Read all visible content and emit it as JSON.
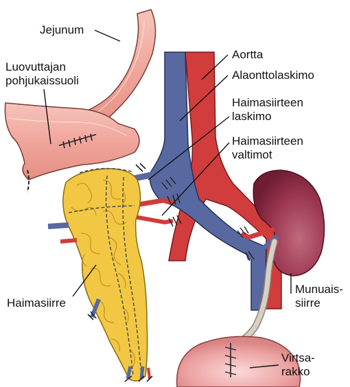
{
  "labels": {
    "jejunum": "Jejunum",
    "donor_duodenum_1": "Luovuttajan",
    "donor_duodenum_2": "pohjukaissuoli",
    "aorta": "Aortta",
    "vena_cava": "Alaonttolaskimo",
    "graft_vein_1": "Haimasiirteen",
    "graft_vein_2": "laskimo",
    "graft_artery_1": "Haimasiirteen",
    "graft_artery_2": "valtimot",
    "pancreas": "Haimasiirre",
    "kidney_1": "Munuais-",
    "kidney_2": "siirre",
    "bladder_1": "Virtsa-",
    "bladder_2": "rakko"
  },
  "colors": {
    "artery": "#d13c3c",
    "vein": "#5868a0",
    "pancreas": "#f2c744",
    "bowel": "#f0aaa0",
    "kidney": "#8a2a42",
    "bladder": "#e79a9a",
    "ureter": "#d8d0c4"
  }
}
